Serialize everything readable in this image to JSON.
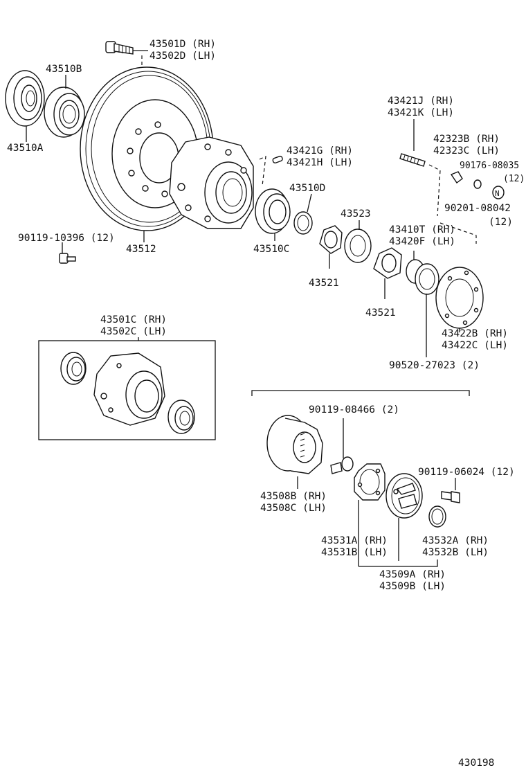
{
  "labels": {
    "l43501d": "43501D (RH)",
    "l43502d": "43502D (LH)",
    "l43510b": "43510B",
    "l43510a": "43510A",
    "l43512": "43512",
    "l90119_10396": "90119-10396 (12)",
    "l43421g": "43421G (RH)",
    "l43421h": "43421H (LH)",
    "l43510d": "43510D",
    "l43510c": "43510C",
    "l43523": "43523",
    "l43521a": "43521",
    "l43421j": "43421J (RH)",
    "l43421k": "43421K (LH)",
    "l42323b": "42323B (RH)",
    "l42323c": "42323C (LH)",
    "l90176": "90176-08035",
    "l90176q": "(12)",
    "l90201": "90201-08042",
    "l90201q": "(12)",
    "l43410t": "43410T (RH)",
    "l43420f": "43420F (LH)",
    "l43521b": "43521",
    "l43422b": "43422B (RH)",
    "l43422c": "43422C (LH)",
    "l90520": "90520-27023 (2)",
    "l43501c": "43501C (RH)",
    "l43502c": "43502C (LH)",
    "l90119_08466": "90119-08466 (2)",
    "l90119_06024": "90119-06024 (12)",
    "l43508b": "43508B (RH)",
    "l43508c": "43508C (LH)",
    "l43531a": "43531A (RH)",
    "l43531b": "43531B (LH)",
    "l43532a": "43532A (RH)",
    "l43532b": "43532B (LH)",
    "l43509a": "43509A (RH)",
    "l43509b": "43509B (LH)",
    "nut_mark": "N",
    "figure_number": "430198"
  }
}
